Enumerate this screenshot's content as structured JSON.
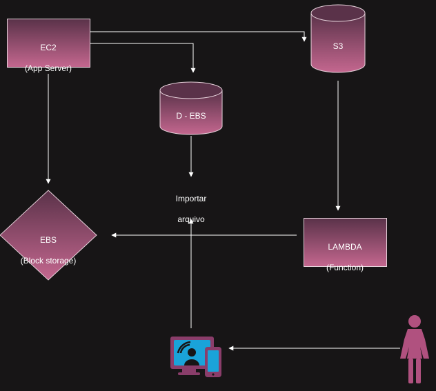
{
  "colors": {
    "background": "#171516",
    "node_fill_top": "#5a3249",
    "node_fill_bottom": "#c4678f",
    "node_stroke": "#e8d4dd",
    "arrow": "#ffffff",
    "device_icon_frame": "#8a3d6a",
    "device_icon_screen": "#1aa3d9",
    "person_icon": "#b0517f"
  },
  "nodes": {
    "ec2": {
      "line1": "EC2",
      "line2": "(App Server)"
    },
    "s3": {
      "label": "S3"
    },
    "debs": {
      "label": "D - EBS"
    },
    "import": {
      "line1": "Importar",
      "line2": "arquivo"
    },
    "ebs": {
      "line1": "EBS",
      "line2": "(Block storage)"
    },
    "lambda": {
      "line1": "LAMBDA",
      "line2": "(Function)"
    }
  },
  "icons": {
    "device": "computer-and-phone-icon",
    "person": "woman-user-icon"
  }
}
